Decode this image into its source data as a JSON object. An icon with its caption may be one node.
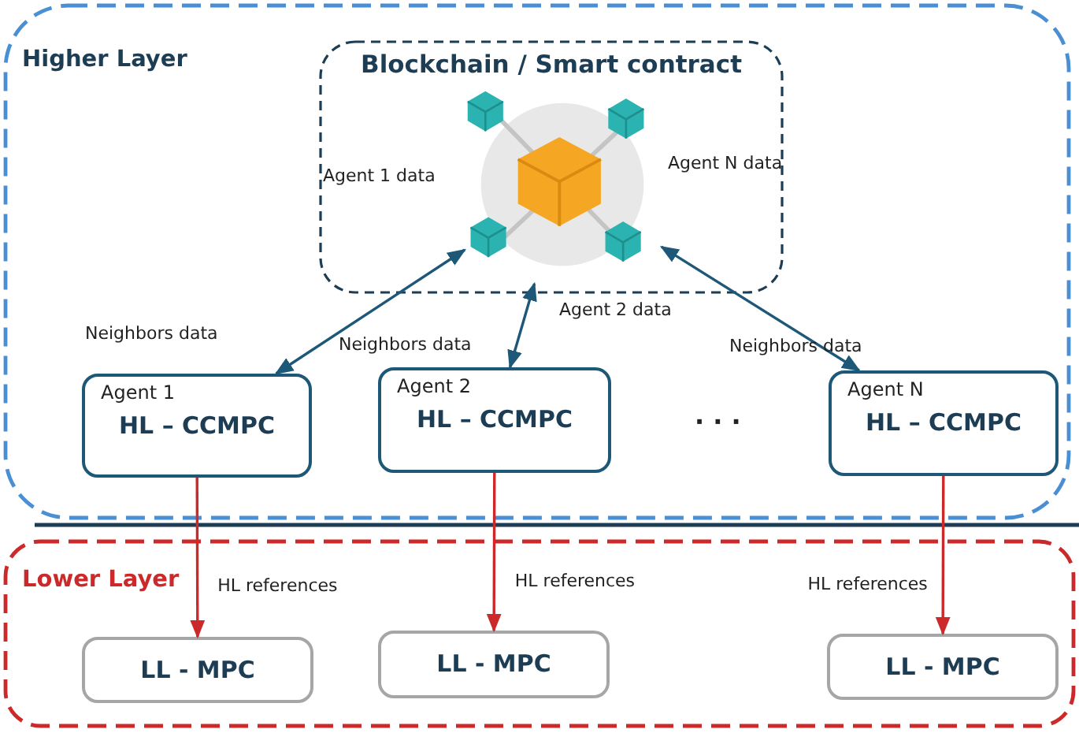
{
  "diagram": {
    "nodes": [
      {
        "text": [
          "Higher Layer"
        ]
      },
      {
        "text": [
          "Blockchain / Smart contract"
        ],
        "in": 0
      },
      {
        "text": [],
        "shape": "picture",
        "in": 1
      },
      {
        "text": [
          "Agent 1",
          "HL – CCMPC"
        ],
        "in": 0
      },
      {
        "text": [
          "Agent 2",
          "HL – CCMPC"
        ],
        "in": 0
      },
      {
        "text": [
          "Agent N",
          "HL – CCMPC"
        ],
        "in": 0
      },
      {
        "text": [
          "Lower Layer"
        ]
      },
      {
        "text": [
          "LL - MPC"
        ],
        "in": 6
      },
      {
        "text": [
          "LL - MPC"
        ],
        "in": 6
      },
      {
        "text": [
          "LL - MPC"
        ],
        "in": 6
      }
    ],
    "edges": [
      {
        "from": 3,
        "to": 2,
        "arrow": "both"
      },
      {
        "from": 4,
        "to": 2,
        "arrow": "both"
      },
      {
        "from": 5,
        "to": 2,
        "arrow": "both"
      },
      {
        "from": 3,
        "to": 7,
        "arrow": "to",
        "label": "HL references",
        "color": "#cc2a2a"
      },
      {
        "from": 4,
        "to": 8,
        "arrow": "to",
        "label": "HL references",
        "color": "#cc2a2a"
      },
      {
        "from": 5,
        "to": 9,
        "arrow": "to",
        "label": "HL references",
        "color": "#cc2a2a"
      }
    ],
    "labels": [
      "Agent 1 data",
      "Agent N data",
      "Agent 2 data",
      "Neighbors data",
      "Neighbors data",
      "Neighbors data",
      "· · ·"
    ]
  }
}
